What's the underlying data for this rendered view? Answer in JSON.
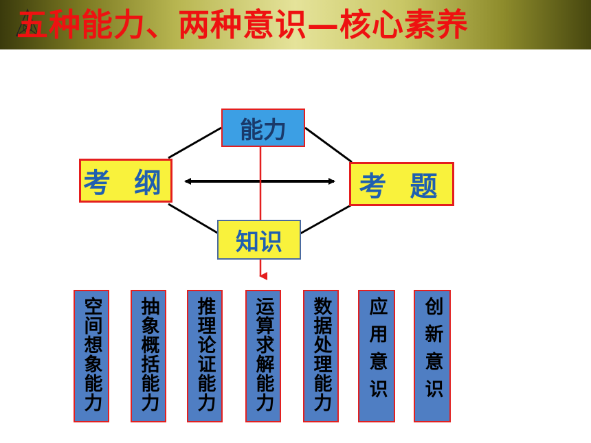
{
  "title": "五种能力、两种意识—核心素养",
  "nodes": {
    "exam_outline": "考 纲",
    "exam_questions": "考 题",
    "ability": "能力",
    "knowledge": "知识"
  },
  "items": [
    "空间想象能力",
    "抽象概括能力",
    "推理论证能力",
    "运算求解能力",
    "数据处理能力",
    "应用意识",
    "创新意识"
  ],
  "colors": {
    "title_red": "#ee1111",
    "box_yellow": "#f9f23c",
    "box_text_blue": "#1f5fb0",
    "ability_blue": "#3c9fe4",
    "column_blue": "#4f7ec3",
    "border_red": "#e41e1e"
  }
}
